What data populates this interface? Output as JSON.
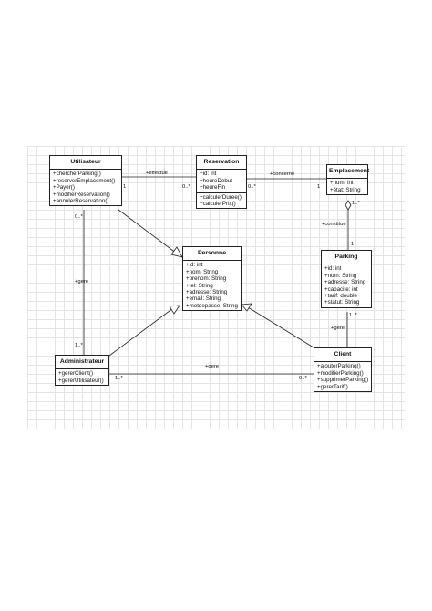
{
  "classes": {
    "utilisateur": {
      "name": "Utilisateur",
      "attributes": [],
      "operations": [
        "+chercherParking()",
        "+reserverEmplacement()",
        "+Payer()",
        "+modifierReservation()",
        "+annulerReservation()"
      ]
    },
    "reservation": {
      "name": "Reservation",
      "attributes": [
        "+id: int",
        "+heureDebut",
        "+heureFin"
      ],
      "operations": [
        "+calculerDuree()",
        "+calculerPrix()"
      ]
    },
    "emplacement": {
      "name": "Emplacement",
      "attributes": [
        "+num: int",
        "+état: String"
      ],
      "operations": []
    },
    "personne": {
      "name": "Personne",
      "attributes": [
        "+id: int",
        "+nom: String",
        "+prenom: String",
        "+tel: String",
        "+adresse: String",
        "+email: String",
        "+motdepasse: String"
      ],
      "operations": []
    },
    "parking": {
      "name": "Parking",
      "attributes": [
        "+id: int",
        "+nom: String",
        "+adresse: String",
        "+capacite: int",
        "+tarif: double",
        "+statut: String"
      ],
      "operations": []
    },
    "administrateur": {
      "name": "Administrateur",
      "attributes": [],
      "operations": [
        "+gererClient()",
        "+gererUtilisateur()"
      ]
    },
    "client": {
      "name": "Client",
      "attributes": [],
      "operations": [
        "+ajouterParking()",
        "+modifierParking()",
        "+supprimerParking()",
        "+gererTarif()"
      ]
    }
  },
  "associations": {
    "effectue": {
      "label": "+effectue",
      "mult_a": "1",
      "mult_b": "0..*"
    },
    "concerne": {
      "label": "+concerne",
      "mult_a": "0..*",
      "mult_b": "1"
    },
    "constitue": {
      "label": "+constitue",
      "mult_a": "1..*",
      "mult_b": "1"
    },
    "gere_util": {
      "label": "+gere",
      "mult_a": "0..*",
      "mult_b": "1..*"
    },
    "gere_client_parking": {
      "label": "+gere",
      "mult_a": "1..*"
    },
    "gere_admin_client": {
      "label": "+gere",
      "mult_a": "1..*",
      "mult_b": "0..*"
    }
  }
}
